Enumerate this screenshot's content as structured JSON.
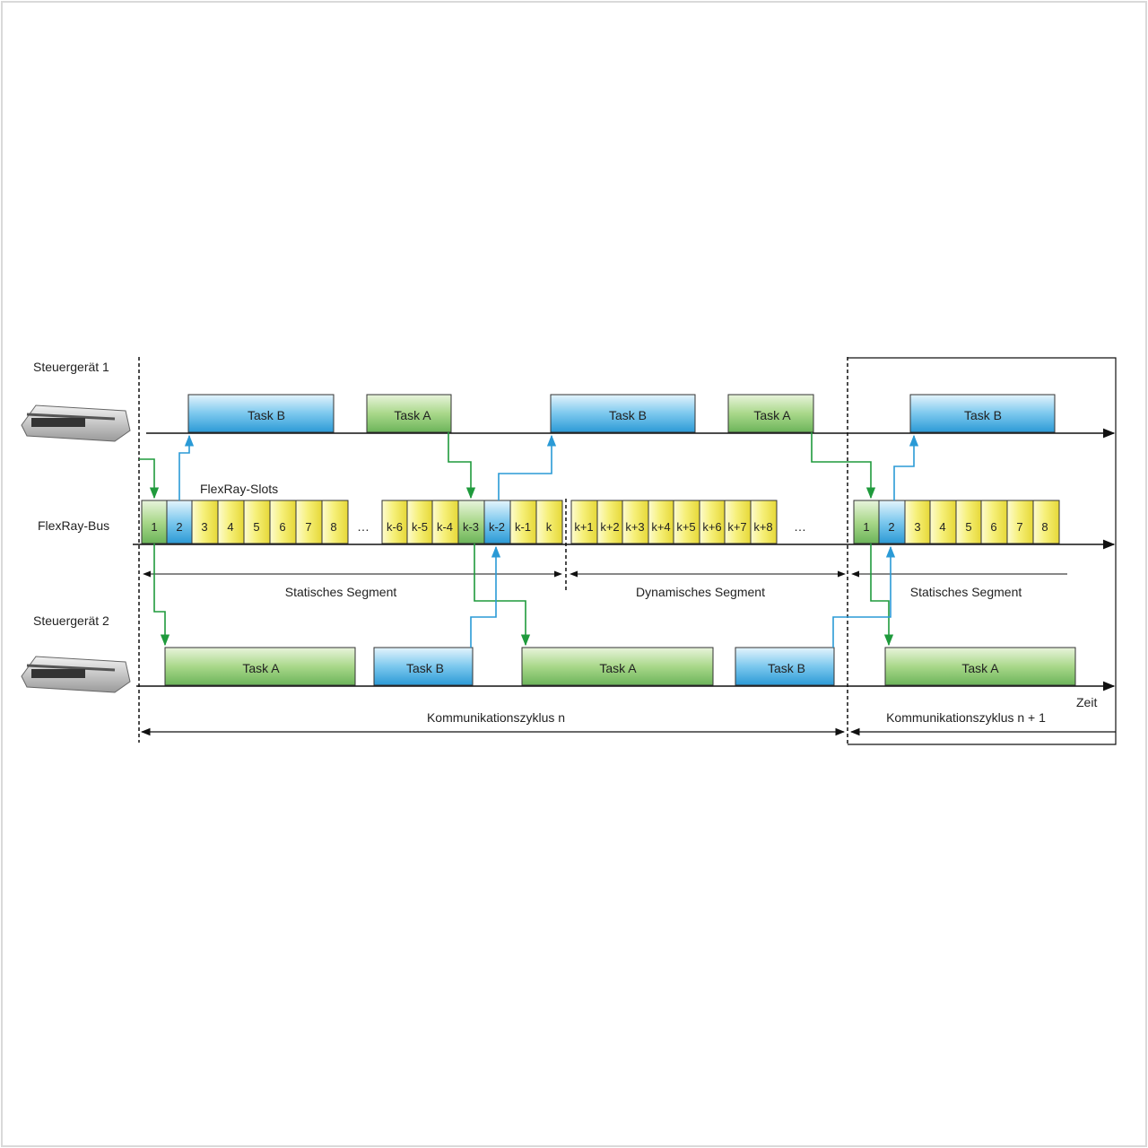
{
  "labels": {
    "ecu1": "Steuergerät 1",
    "ecu2": "Steuergerät 2",
    "bus": "FlexRay-Bus",
    "slots_heading": "FlexRay-Slots",
    "ellipsis": "…",
    "static_segment": "Statisches Segment",
    "dynamic_segment": "Dynamisches Segment",
    "static_segment_next": "Statisches Segment",
    "cycle_n": "Kommunikationszyklus n",
    "cycle_n1": "Kommunikationszyklus n + 1",
    "time": "Zeit"
  },
  "tasks": {
    "ecu1": [
      "Task B",
      "Task A",
      "Task B",
      "Task A",
      "Task B"
    ],
    "ecu2": [
      "Task A",
      "Task B",
      "Task A",
      "Task B",
      "Task A"
    ]
  },
  "slots": {
    "static_start": [
      "1",
      "2",
      "3",
      "4",
      "5",
      "6",
      "7",
      "8"
    ],
    "static_end": [
      "k-6",
      "k-5",
      "k-4",
      "k-3",
      "k-2",
      "k-1",
      "k"
    ],
    "dynamic": [
      "k+1",
      "k+2",
      "k+3",
      "k+4",
      "k+5",
      "k+6",
      "k+7",
      "k+8"
    ],
    "next_static": [
      "1",
      "2",
      "3",
      "4",
      "5",
      "6",
      "7",
      "8"
    ]
  },
  "colors": {
    "task_a": "#7fc46e",
    "task_b": "#39a9e0",
    "slot_yellow": "#f4ee6a",
    "arrow_green": "#1f9a3c",
    "arrow_blue": "#2a9ad6"
  }
}
